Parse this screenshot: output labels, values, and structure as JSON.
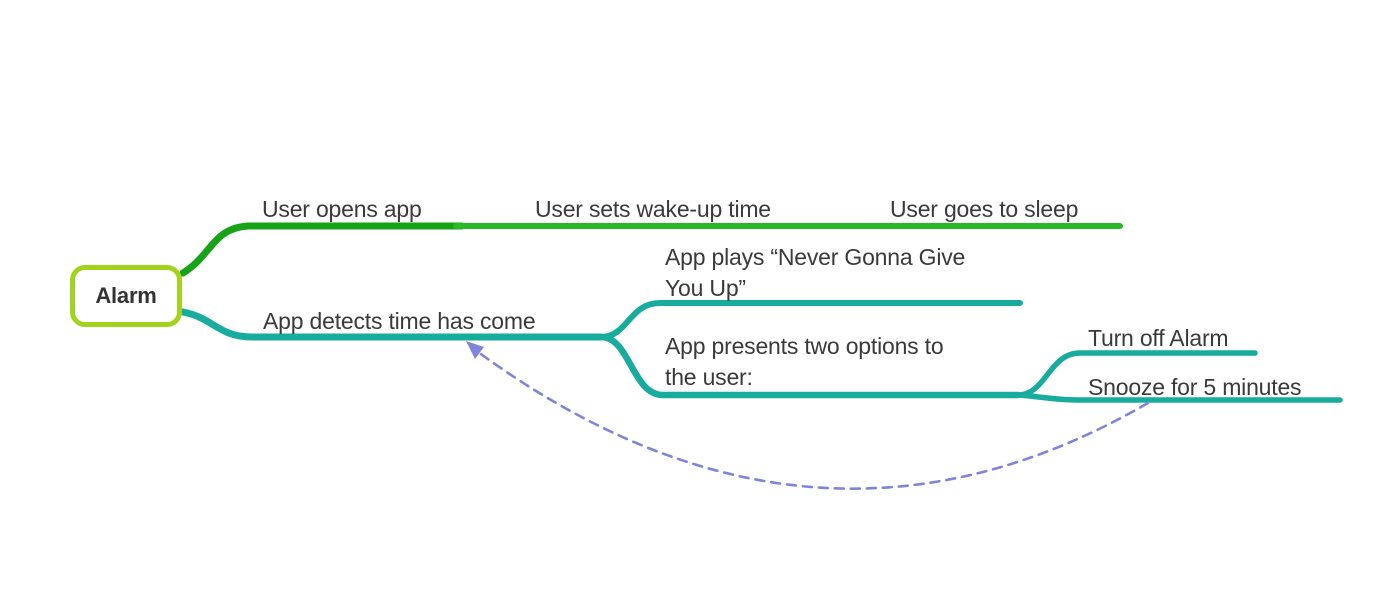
{
  "colors": {
    "root_border": "#a3d41d",
    "branch_green_dark": "#17a317",
    "branch_green_bright": "#28b828",
    "branch_teal": "#18ac9f",
    "loop_arrow_purple": "#8184dd",
    "text": "#3a3a3a"
  },
  "mindmap": {
    "root": {
      "label": "Alarm"
    },
    "green_branch": {
      "nodes": [
        "User opens app",
        "User sets wake-up time",
        "User goes to sleep"
      ]
    },
    "teal_branch": {
      "label": "App detects time has come",
      "children": {
        "play": "App plays “Never Gonna Give You Up”",
        "options": "App presents two options to the user:",
        "option_items": [
          "Turn off Alarm",
          "Snooze for 5 minutes"
        ]
      }
    },
    "loop_arrow": {
      "style": "dashed",
      "from": "Snooze for 5 minutes",
      "to": "App detects time has come"
    }
  }
}
